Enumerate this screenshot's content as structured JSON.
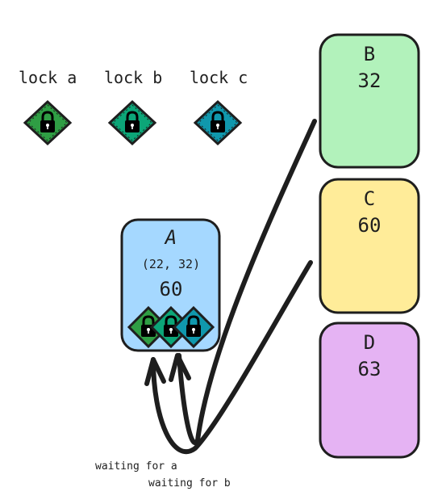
{
  "locks": [
    {
      "label": "lock a",
      "color": "#2f9e44"
    },
    {
      "label": "lock b",
      "color": "#0ca678"
    },
    {
      "label": "lock c",
      "color": "#1098ad"
    }
  ],
  "nodes": {
    "a": {
      "title": "A",
      "tuple": "(22, 32)",
      "value": "60",
      "fill": "#a5d8ff",
      "holds": [
        "lock a",
        "lock b",
        "lock c"
      ]
    },
    "b": {
      "title": "B",
      "value": "32",
      "fill": "#b2f2bb"
    },
    "c": {
      "title": "C",
      "value": "60",
      "fill": "#ffec99"
    },
    "d": {
      "title": "D",
      "value": "63",
      "fill": "#e5b3f3"
    }
  },
  "annotations": {
    "waiting_a": "waiting for a",
    "waiting_b": "waiting for b"
  },
  "colors": {
    "stroke": "#1e1e1e",
    "lock_body": "#000000",
    "lock_dots": "#1e1e1e"
  }
}
